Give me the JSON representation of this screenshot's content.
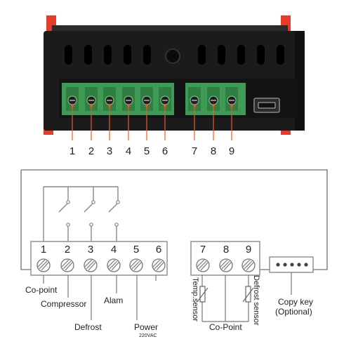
{
  "device_photo": {
    "terminal_numbers": [
      "1",
      "2",
      "3",
      "4",
      "5",
      "6",
      "7",
      "8",
      "9"
    ],
    "colors": {
      "body": "#1b1b1b",
      "terminal_green": "#3f9a55",
      "clip_red": "#e43b2c"
    },
    "usb_port_icon": "mini-usb-port-icon"
  },
  "wiring": {
    "terminals": [
      "1",
      "2",
      "3",
      "4",
      "5",
      "6",
      "7",
      "8",
      "9"
    ],
    "labels": {
      "co_point": "Co-point",
      "compressor": "Compressor",
      "defrost": "Defrost",
      "alarm": "Alam",
      "power": "Power",
      "power_voltage": "220VAC",
      "temp_sensor": "Temp.sensor",
      "defrost_sensor": "Defrost sensor",
      "co_point_sensors": "Co-Point",
      "copy_key_line1": "Copy key",
      "copy_key_line2": "(Optional)"
    }
  }
}
